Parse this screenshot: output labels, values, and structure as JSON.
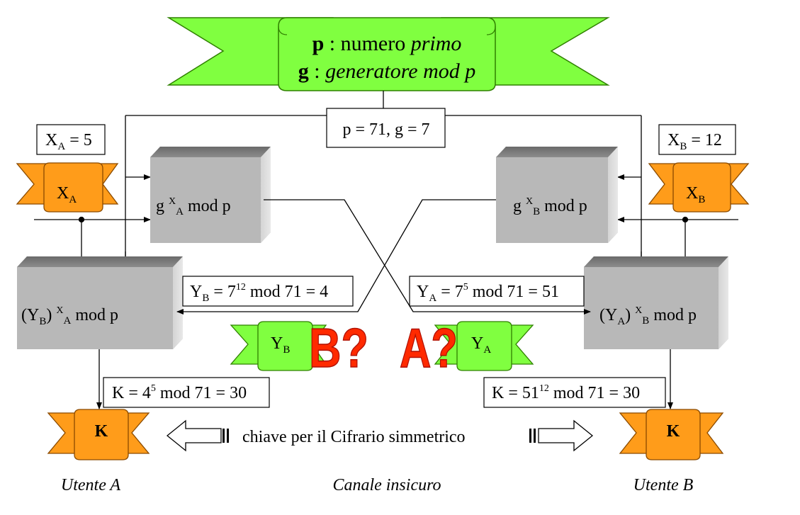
{
  "banner": {
    "line1_bold": "p",
    "line1_rest": " : numero ",
    "line1_italic": "primo",
    "line2_bold": "g",
    "line2_rest": " : ",
    "line2_italic": "generatore mod p"
  },
  "params_box": "p = 71, g = 7",
  "user_a": {
    "secret_value": "X",
    "secret_value_sub": "A",
    "secret_value_rest": " = 5",
    "scroll_main": "X",
    "scroll_sub": "A",
    "pub_g": "g ",
    "pub_x": "X",
    "pub_xsub": "A",
    "pub_rest": " mod p",
    "key_open": "(Y",
    "key_ysub": "B",
    "key_close": ") ",
    "key_x": "X",
    "key_xsub": "A",
    "key_rest": " mod p",
    "k_box_pre": "K = 4",
    "k_box_sup": "5",
    "k_box_post": " mod 71 = 30",
    "k_scroll": "K",
    "caption": "Utente A"
  },
  "user_b": {
    "secret_value": "X",
    "secret_value_sub": "B",
    "secret_value_rest": " = 12",
    "scroll_main": "X",
    "scroll_sub": "B",
    "pub_g": "g ",
    "pub_x": "X",
    "pub_xsub": "B",
    "pub_rest": " mod p",
    "key_open": "(Y",
    "key_ysub": "A",
    "key_close": ") ",
    "key_x": "X",
    "key_xsub": "B",
    "key_rest": " mod p",
    "k_box_pre": "K = 51",
    "k_box_sup": "12",
    "k_box_post": " mod 71 = 30",
    "k_scroll": "K",
    "caption": "Utente B"
  },
  "yb_box": {
    "pre": "Y",
    "sub": "B",
    "mid": " = 7",
    "sup": "12",
    "post": " mod 71 = 4"
  },
  "ya_box": {
    "pre": "Y",
    "sub": "A",
    "mid": " = 7",
    "sup": "5",
    "post": " mod 71 = 51"
  },
  "yb_scroll": {
    "main": "Y",
    "sub": "B"
  },
  "ya_scroll": {
    "main": "Y",
    "sub": "A"
  },
  "eavesdrop_b": "B?",
  "eavesdrop_a": "A?",
  "symmetric_key_label": "chiave per il Cifrario simmetrico",
  "channel_caption": "Canale insicuro",
  "colors": {
    "green": "#80ff40",
    "orange": "#ff9c1a",
    "box_front": "#b8b8b8",
    "question": "#ff2a00"
  }
}
